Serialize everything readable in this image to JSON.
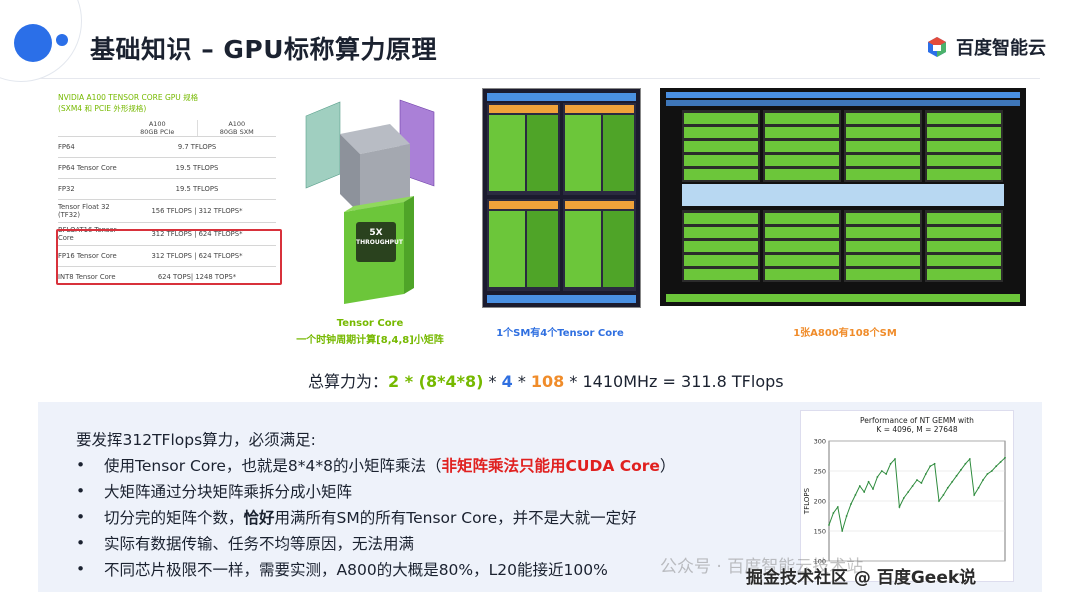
{
  "title": "基础知识 – GPU标称算力原理",
  "brand": {
    "name": "百度智能云"
  },
  "spec_table": {
    "heading_line1": "NVIDIA A100 TENSOR CORE GPU 规格",
    "heading_line2": "(SXM4 和 PCIE 外形规格)",
    "col1": "A100\n80GB PCIe",
    "col2": "A100\n80GB SXM",
    "rows": [
      {
        "label": "FP64",
        "value": "9.7 TFLOPS"
      },
      {
        "label": "FP64 Tensor Core",
        "value": "19.5 TFLOPS"
      },
      {
        "label": "FP32",
        "value": "19.5 TFLOPS"
      },
      {
        "label": "Tensor Float 32 (TF32)",
        "value": "156 TFLOPS | 312 TFLOPS*"
      },
      {
        "label": "BFLOAT16 Tensor Core",
        "value": "312 TFLOPS | 624 TFLOPS*"
      },
      {
        "label": "FP16 Tensor Core",
        "value": "312 TFLOPS | 624 TFLOPS*"
      },
      {
        "label": "INT8 Tensor Core",
        "value": "624 TOPS| 1248 TOPS*"
      }
    ]
  },
  "tensor_core": {
    "badge_line1": "5X",
    "badge_line2": "THROUGHPUT",
    "caption_line1": "Tensor Core",
    "caption_line2": "一个时钟周期计算[8,4,8]小矩阵"
  },
  "sm_caption": "1个SM有4个Tensor Core",
  "gpu_caption": "1张A800有108个SM",
  "formula": {
    "prefix": "总算力为：",
    "part_a": "2 * (8*4*8)",
    "op1": " * ",
    "part_b": "4",
    "op2": " * ",
    "part_c": "108",
    "suffix": " * 1410MHz = 311.8 TFlops"
  },
  "requirements": {
    "title": "要发挥312TFlops算力，必须满足:",
    "bullet_char": "•",
    "items": [
      {
        "pre": "使用Tensor Core，也就是8*4*8的小矩阵乘法（",
        "emph": "非矩阵乘法只能用CUDA Core",
        "post": "）"
      },
      {
        "pre": "大矩阵通过分块矩阵乘拆分成小矩阵",
        "emph": "",
        "post": ""
      },
      {
        "pre": "切分完的矩阵个数，",
        "emph": "恰好",
        "post": "用满所有SM的所有Tensor Core，并不是大就一定好"
      },
      {
        "pre": "实际有数据传输、任务不均等原因，无法用满",
        "emph": "",
        "post": ""
      },
      {
        "pre": "不同芯片极限不一样，需要实测，A800的大概是80%，L20能接近100%",
        "emph": "",
        "post": ""
      }
    ]
  },
  "chart_data": {
    "type": "line",
    "title": "Performance of NT GEMM with\nK = 4096, M = 27648",
    "ylabel": "TFLOPS",
    "xlabel": "",
    "ylim": [
      100,
      300
    ],
    "yticks": [
      100,
      150,
      200,
      250,
      300
    ],
    "x": [
      0,
      1,
      2,
      3,
      4,
      5,
      6,
      7,
      8,
      9,
      10,
      11,
      12,
      13,
      14,
      15,
      16,
      17,
      18,
      19,
      20,
      21,
      22,
      23,
      24,
      25,
      26,
      27,
      28,
      29,
      30,
      31,
      32,
      33,
      34,
      35,
      36,
      37,
      38,
      39,
      40
    ],
    "series": [
      {
        "values": [
          160,
          180,
          190,
          150,
          175,
          195,
          210,
          225,
          215,
          232,
          220,
          240,
          250,
          245,
          262,
          270,
          190,
          205,
          215,
          225,
          235,
          230,
          245,
          258,
          262,
          200,
          210,
          222,
          232,
          242,
          252,
          262,
          270,
          210,
          222,
          235,
          245,
          250,
          258,
          265,
          272
        ]
      }
    ],
    "color": "#2e8b3d"
  },
  "watermark": {
    "line1": "公众号 · 百度智能云技术站",
    "line2": "掘金技术社区 @ 百度Geek说"
  },
  "colors": {
    "accent": "#2b6fe8",
    "nvidia_green": "#76b900",
    "orange": "#f08c2a",
    "red": "#e0201f"
  }
}
